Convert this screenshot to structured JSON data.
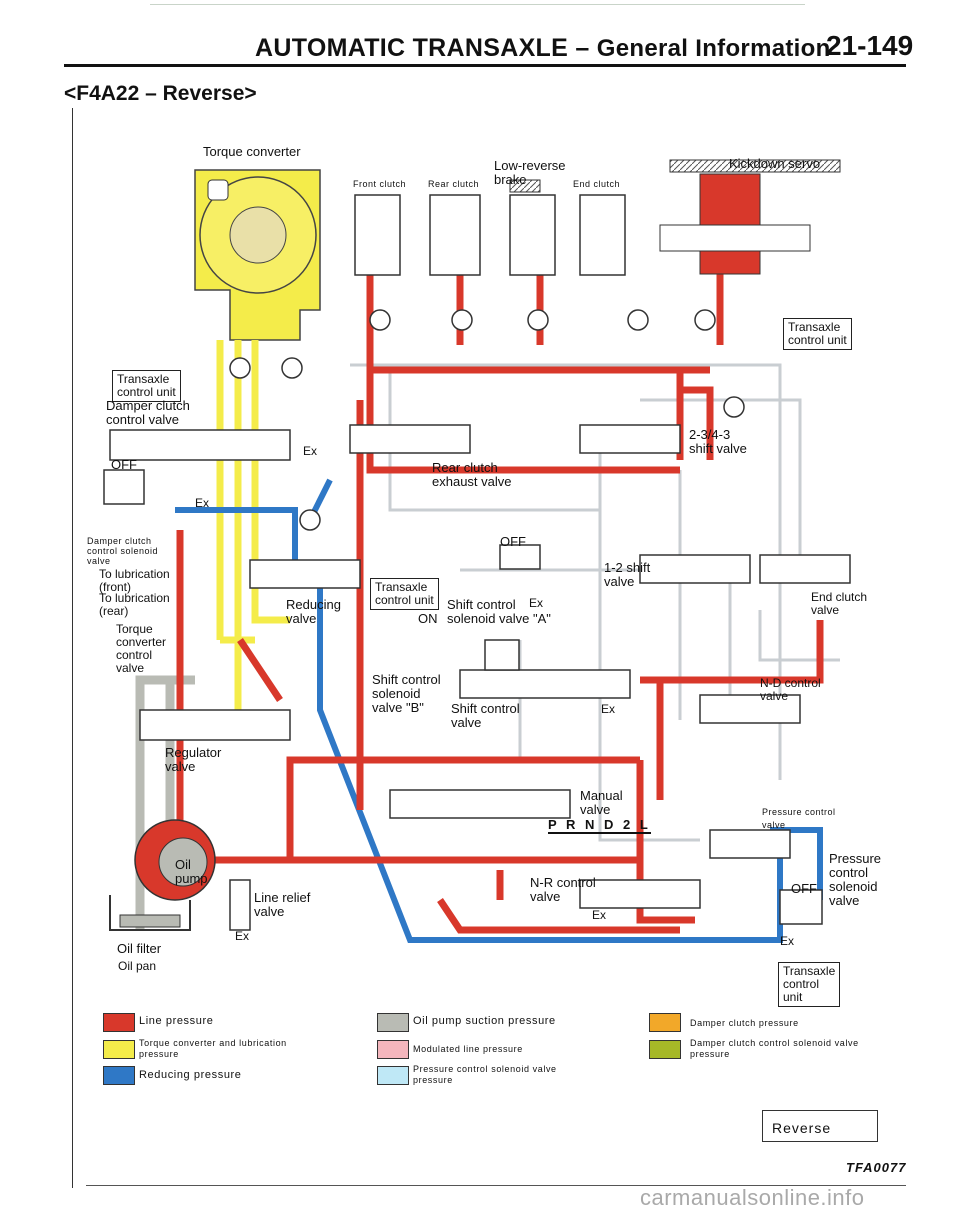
{
  "header": {
    "title_main": "AUTOMATIC TRANSAXLE –",
    "title_section": "General Information",
    "page_number": "21-149",
    "subtitle": "<F4A22 – Reverse>"
  },
  "labels": {
    "torque_converter": "Torque converter",
    "kickdown_servo": "Kickdown",
    "kickdown_servo_suffix": "servo",
    "front_clutch": "Front clutch",
    "rear_clutch": "Rear clutch",
    "low_reverse_brake_1": "Low-reverse",
    "low_reverse_brake_2": "brake",
    "end_clutch": "End clutch",
    "tcu_right_1": "Transaxle",
    "tcu_right_2": "control unit",
    "tcu_left_1": "Transaxle",
    "tcu_left_2": "control unit",
    "damper_clutch_valve_1": "Damper clutch",
    "damper_clutch_valve_2": "control valve",
    "off_left": "OFF",
    "damper_solenoid_1": "Damper clutch",
    "damper_solenoid_2": "control solenoid",
    "damper_solenoid_3": "valve",
    "to_lub_front_1": "To lubrication",
    "to_lub_front_2": "(front)",
    "to_lub_rear_1": "To lubrication",
    "to_lub_rear_2": "(rear)",
    "torque_conv_ctrl_1": "Torque",
    "torque_conv_ctrl_2": "converter",
    "torque_conv_ctrl_3": "control",
    "torque_conv_ctrl_4": "valve",
    "reducing_valve_1": "Reducing",
    "reducing_valve_2": "valve",
    "rear_clutch_exhaust_1": "Rear clutch",
    "rear_clutch_exhaust_2": "exhaust valve",
    "shift_234_1": "2-3/4-3",
    "shift_234_2": "shift valve",
    "off_mid": "OFF",
    "tcu_mid_1": "Transaxle",
    "tcu_mid_2": "control unit",
    "on_mid": "ON",
    "shift_sol_a_1": "Shift control",
    "shift_sol_a_2": "solenoid valve \"A\"",
    "shift_12_1": "1-2 shift",
    "shift_12_2": "valve",
    "end_clutch_valve_1": "End clutch",
    "end_clutch_valve_2": "valve",
    "shift_sol_b_1": "Shift control",
    "shift_sol_b_2": "solenoid",
    "shift_sol_b_3": "valve \"B\"",
    "shift_ctrl_valve_1": "Shift control",
    "shift_ctrl_valve_2": "valve",
    "nd_control_1": "N-D control",
    "nd_control_2": "valve",
    "regulator_1": "Regulator",
    "regulator_2": "valve",
    "manual_1": "Manual",
    "manual_2": "valve",
    "prnd": "P R N D 2 L",
    "pressure_ctrl_1": "Pressure control",
    "pressure_ctrl_2": "valve",
    "oil_pump_1": "Oil",
    "oil_pump_2": "pump",
    "nr_control_1": "N-R control",
    "nr_control_2": "valve",
    "pcs_1": "Pressure",
    "pcs_2": "control",
    "pcs_3": "solenoid",
    "pcs_4": "valve",
    "off_right": "OFF",
    "line_relief_1": "Line relief",
    "line_relief_2": "valve",
    "oil_filter": "Oil filter",
    "oil_pan": "Oil pan",
    "tcu_bottom_1": "Transaxle",
    "tcu_bottom_2": "control",
    "tcu_bottom_3": "unit",
    "ex": "Ex"
  },
  "legend": [
    {
      "key": "line",
      "color": "#d8382b",
      "label": "Line pressure"
    },
    {
      "key": "torque",
      "color": "#f4ec4a",
      "label": "Torque converter and lubrication pressure"
    },
    {
      "key": "reducing",
      "color": "#2f78c6",
      "label": "Reducing pressure"
    },
    {
      "key": "suction",
      "color": "#b9bbb4",
      "label": "Oil pump suction pressure"
    },
    {
      "key": "modulated",
      "color": "#f4b6bd",
      "label": "Modulated line pressure"
    },
    {
      "key": "pcs",
      "color": "#bfe8f6",
      "label": "Pressure control solenoid valve pressure"
    },
    {
      "key": "damper",
      "color": "#f2a829",
      "label": "Damper clutch pressure"
    },
    {
      "key": "damper_ctrl",
      "color": "#a6b827",
      "label": "Damper clutch control solenoid valve pressure"
    }
  ],
  "footer": {
    "mode": "Reverse",
    "code": "TFA0077",
    "watermark": "carmanualsonline.info"
  }
}
